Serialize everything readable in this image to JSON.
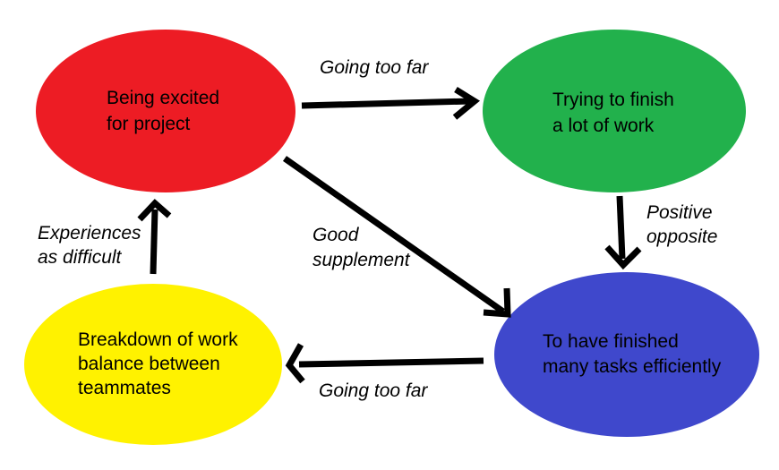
{
  "diagram": {
    "background_color": "#ffffff",
    "text_color": "#000000",
    "arrow_color": "#000000",
    "nodes": {
      "excited": {
        "label": "Being excited\nfor project",
        "color": "#ed1c24"
      },
      "trying": {
        "label": "Trying to finish\na lot of work",
        "color": "#22b14c"
      },
      "breakdown": {
        "label": "Breakdown of work\nbalance between\nteammates",
        "color": "#fff200"
      },
      "finished": {
        "label": "To have finished\nmany tasks efficiently",
        "color": "#3f48cc"
      }
    },
    "edges": {
      "excited_to_trying": {
        "label": "Going too far"
      },
      "trying_to_finished": {
        "label": "Positive\nopposite"
      },
      "excited_to_finished": {
        "label": "Good\nsupplement"
      },
      "finished_to_breakdown": {
        "label": "Going too far"
      },
      "breakdown_to_excited": {
        "label": "Experiences\nas difficult"
      }
    }
  }
}
